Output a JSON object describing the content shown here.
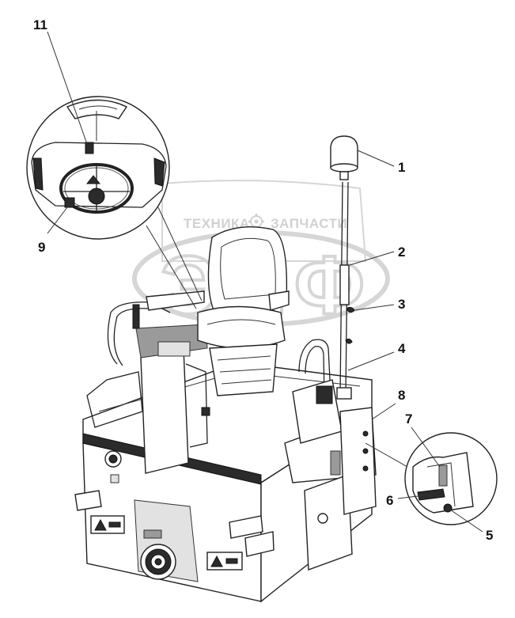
{
  "watermark": {
    "top_left": "ТЕХНИКА",
    "top_right": "ЗАПЧАСТИ",
    "logo_letters": [
      "Э",
      "Л",
      "Ф"
    ],
    "logo_icon": "gear-icon"
  },
  "callouts": [
    {
      "id": "c1",
      "label": "1"
    },
    {
      "id": "c2",
      "label": "2"
    },
    {
      "id": "c3",
      "label": "3"
    },
    {
      "id": "c4",
      "label": "4"
    },
    {
      "id": "c5",
      "label": "5"
    },
    {
      "id": "c6",
      "label": "6"
    },
    {
      "id": "c7",
      "label": "7"
    },
    {
      "id": "c8",
      "label": "8"
    },
    {
      "id": "c9",
      "label": "9"
    },
    {
      "id": "c11",
      "label": "11"
    }
  ],
  "colors": {
    "line": "#222222",
    "watermark": "#c9c9c9",
    "background": "#ffffff"
  }
}
